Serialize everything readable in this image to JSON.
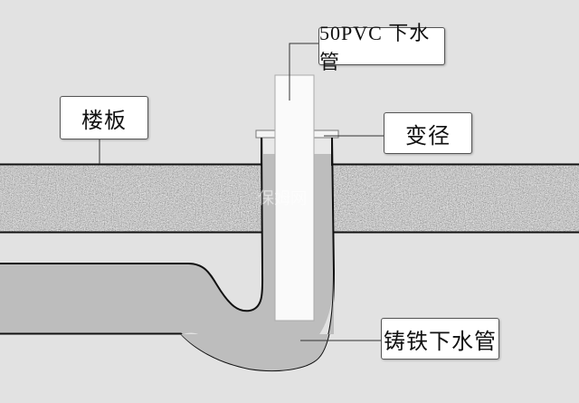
{
  "diagram": {
    "labels": {
      "pvc_pipe": "50PVC 下水管",
      "floor_slab": "楼板",
      "reducer": "变径",
      "cast_iron_pipe": "铸铁下水管"
    },
    "watermark": "保姆网",
    "colors": {
      "background": "#e2e2e2",
      "slab": "#8a8a8a",
      "cast_iron": "#bdbdbd",
      "pvc": "#fafafa",
      "outline": "#111111"
    }
  }
}
